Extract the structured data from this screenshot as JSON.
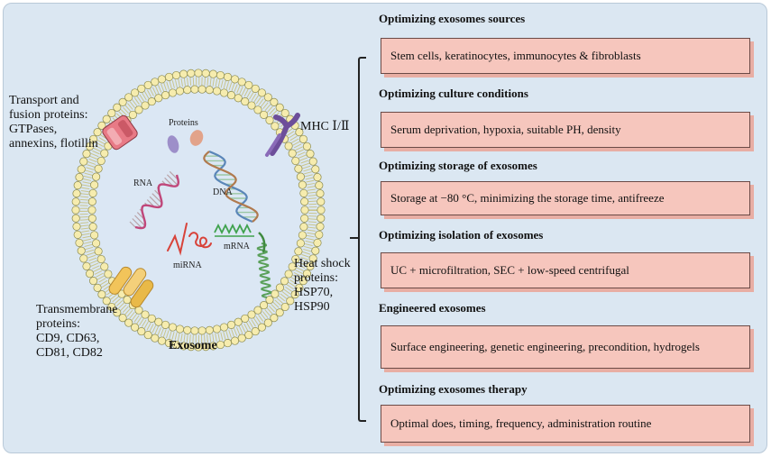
{
  "diagram": {
    "exosome_label": "Exosome",
    "labels": {
      "transport": [
        "Transport and",
        "fusion proteins:",
        "GTPases,",
        "annexins, flotillin"
      ],
      "transmembrane": [
        "Transmembrane",
        "proteins:",
        "CD9, CD63,",
        "CD81, CD82"
      ],
      "heat_shock": [
        "Heat shock",
        "proteins:",
        "HSP70,",
        "HSP90"
      ],
      "mhc": "MHC Ⅰ/Ⅱ",
      "proteins": "Proteins",
      "rna": "RNA",
      "dna": "DNA",
      "mirna": "miRNA",
      "mrna": "mRNA"
    },
    "colors": {
      "membrane_head": "#f6ecae",
      "membrane_stroke": "#8b8a4e",
      "lumen": "#dbe7f4",
      "box_fill": "#f6c6bd",
      "box_border": "#6b4a46"
    }
  },
  "strategies": [
    {
      "title": "Optimizing exosomes sources",
      "detail": "Stem cells, keratinocytes, immunocytes & fibroblasts"
    },
    {
      "title": "Optimizing culture conditions",
      "detail": "Serum deprivation, hypoxia, suitable PH, density"
    },
    {
      "title": "Optimizing storage of exosomes",
      "detail": "Storage at −80 °C, minimizing the storage time, antifreeze"
    },
    {
      "title": "Optimizing isolation of exosomes",
      "detail": "UC + microfiltration, SEC + low-speed centrifugal"
    },
    {
      "title": "Engineered exosomes",
      "detail": "Surface engineering, genetic engineering, precondition, hydrogels"
    },
    {
      "title": "Optimizing exosomes therapy",
      "detail": "Optimal does, timing, frequency, administration routine"
    }
  ]
}
